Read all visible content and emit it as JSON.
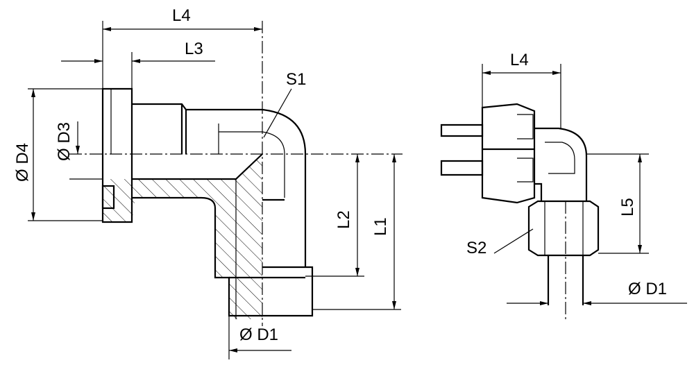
{
  "left_view": {
    "L4": "L4",
    "L3": "L3",
    "S1": "S1",
    "D4": "Ø D4",
    "D3": "Ø D3",
    "L2": "L2",
    "L1": "L1",
    "D1": "Ø D1"
  },
  "right_view": {
    "L4": "L4",
    "L5": "L5",
    "S2": "S2",
    "D1": "Ø D1"
  }
}
